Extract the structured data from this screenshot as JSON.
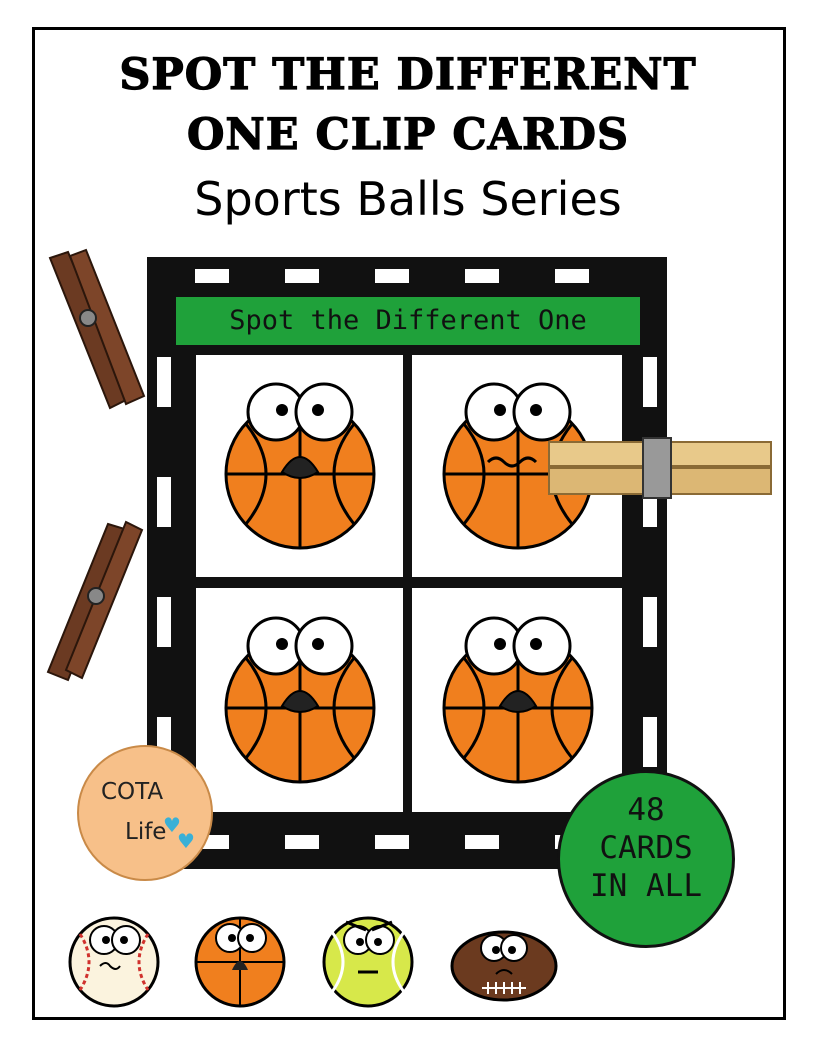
{
  "title_line1": "SPOT THE DIFFERENT",
  "title_line2": "ONE CLIP CARDS",
  "subtitle": "Sports Balls Series",
  "card": {
    "banner": "Spot the Different One"
  },
  "badge_count": {
    "line1": "48",
    "line2": "CARDS",
    "line3": "IN ALL"
  },
  "brand": {
    "line1": "COTA",
    "line2": "Life"
  },
  "bottom_icons": [
    "baseball-icon",
    "basketball-icon",
    "tennis-ball-icon",
    "football-icon"
  ],
  "colors": {
    "green": "#1fa13a",
    "basketball": "#f07f1e",
    "clothespin": "#6b3a22",
    "wood": "#e8c98a"
  }
}
